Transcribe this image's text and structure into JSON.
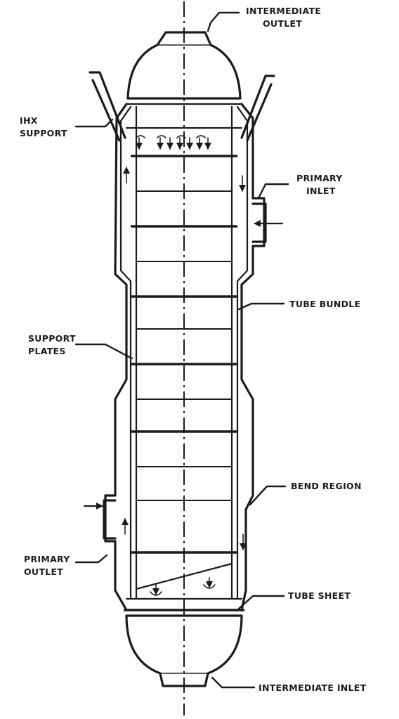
{
  "labels": {
    "intermediate_outlet": [
      "INTERMEDIATE",
      "OUTLET"
    ],
    "ihx_support": [
      "IHX",
      "SUPPORT"
    ],
    "primary_inlet": [
      "PRIMARY",
      "INLET"
    ],
    "tube_bundle": [
      "TUBE BUNDLE"
    ],
    "support_plates": [
      "SUPPORT",
      "PLATES"
    ],
    "bend_region": [
      "BEND REGION"
    ],
    "primary_outlet": [
      "PRIMARY",
      "OUTLET"
    ],
    "tube_sheet": [
      "TUBE SHEET"
    ],
    "intermediate_inlet": [
      "INTERMEDIATE INLET"
    ]
  },
  "colors": {
    "ink": "#1b1b1b",
    "paper": "#ffffff"
  }
}
